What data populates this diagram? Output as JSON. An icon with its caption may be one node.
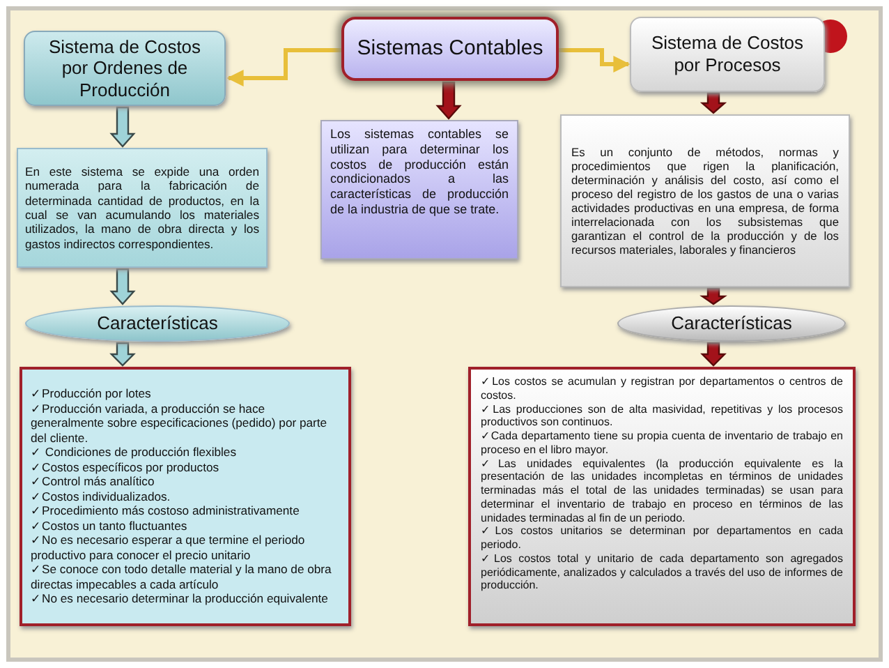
{
  "diagram": {
    "nodes": [
      {
        "text": [
          "Sistemas Contables"
        ]
      },
      {
        "text": [
          "Sistema de Costos por Ordenes de Producción"
        ]
      },
      {
        "text": [
          "Sistema de Costos por Procesos"
        ]
      },
      {
        "text": [
          "En este sistema se expide una orden numerada para la fabricación de determinada cantidad de productos, en la cual se van acumulando los materiales utilizados, la mano de obra directa y los gastos indirectos correspondientes."
        ]
      },
      {
        "text": [
          "Los sistemas contables se utilizan para determinar los costos de producción están condicionados a las características de producción de la industria de que se trate."
        ]
      },
      {
        "text": [
          "Es un conjunto de métodos, normas y procedimientos que rigen la planificación, determinación y análisis del costo, así como el proceso del registro de los gastos de una o varias actividades productivas en una empresa, de forma interrelacionada con los subsistemas que garantizan el control de la producción y de los recursos materiales, laborales y financieros"
        ]
      },
      {
        "text": [
          "Características"
        ]
      },
      {
        "text": [
          "Características"
        ]
      },
      {
        "text": [
          "✓Producción por lotes",
          "✓Producción variada, a producción se hace generalmente sobre especificaciones (pedido) por parte del cliente.",
          "✓ Condiciones de producción flexibles",
          "✓Costos específicos por productos",
          "✓Control más analítico",
          "✓Costos individualizados.",
          "✓Procedimiento más costoso administrativamente",
          "✓Costos un tanto fluctuantes",
          "✓No es necesario esperar a que termine el periodo productivo para conocer el precio unitario",
          "✓Se conoce con todo detalle material y la mano de obra directas impecables a cada artículo",
          "✓No es necesario determinar la producción equivalente"
        ]
      },
      {
        "text": [
          "✓Los costos se acumulan y registran por departamentos o centros de costos.",
          "✓Las producciones son de alta masividad, repetitivas y los procesos productivos son continuos.",
          "✓Cada departamento tiene su propia cuenta de inventario de trabajo en proceso en el libro mayor.",
          "✓Las unidades equivalentes (la producción equivalente es la presentación de las unidades incompletas en términos de unidades terminadas más el total de las unidades terminadas) se usan para determinar el inventario de trabajo en proceso en términos de las unidades terminadas al fin de un periodo.",
          "✓Los costos unitarios se determinan por departamentos en cada periodo.",
          "✓Los costos total y unitario de cada departamento son agregados periódicamente, analizados y calculados a través del uso de informes de producción."
        ]
      }
    ],
    "edges": [
      {
        "from": 0,
        "to": 1,
        "arrow": "to",
        "color": "#e8bf3a"
      },
      {
        "from": 0,
        "to": 2,
        "arrow": "to",
        "color": "#e8bf3a"
      },
      {
        "from": 0,
        "to": 4,
        "arrow": "to",
        "style": "thick"
      },
      {
        "from": 1,
        "to": 3,
        "arrow": "to",
        "style": "thick",
        "color": "#9fd3d8"
      },
      {
        "from": 3,
        "to": 6,
        "arrow": "to",
        "style": "thick",
        "color": "#9fd3d8"
      },
      {
        "from": 6,
        "to": 8,
        "arrow": "to",
        "style": "thick",
        "color": "#9fd3d8"
      },
      {
        "from": 2,
        "to": 5,
        "arrow": "to",
        "style": "thick"
      },
      {
        "from": 5,
        "to": 7,
        "arrow": "to",
        "style": "thick"
      },
      {
        "from": 7,
        "to": 9,
        "arrow": "to",
        "style": "thick"
      }
    ]
  }
}
